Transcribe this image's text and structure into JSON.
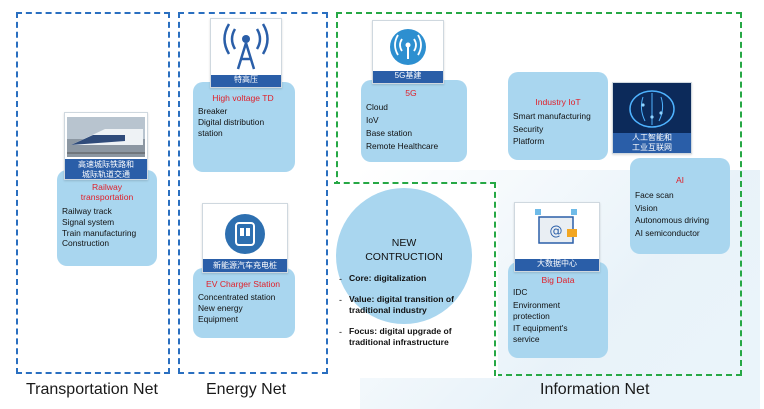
{
  "zones": {
    "transportation_label": "Transportation Net",
    "energy_label": "Energy Net",
    "information_label": "Information Net"
  },
  "railway": {
    "banner": "高速城际铁路和\n城际轨道交通",
    "title": "Railway\ntransportation",
    "items": [
      "Railway track",
      "Signal system",
      "Train manufacturing",
      "Construction"
    ]
  },
  "high_voltage": {
    "banner": "特高压",
    "title": "High voltage TD",
    "items": [
      "Breaker",
      "Digital distribution\nstation"
    ]
  },
  "ev_charger": {
    "banner": "新能源汽车充电桩",
    "title": "EV Charger Station",
    "items": [
      "Concentrated station",
      "New energy\nEquipment"
    ]
  },
  "fiveg": {
    "banner": "5G基建",
    "title": "5G",
    "items": [
      "Cloud",
      "IoV",
      "Base station",
      "Remote Healthcare"
    ]
  },
  "industry_iot": {
    "title": "Industry IoT",
    "items": [
      "Smart manufacturing",
      "Security",
      "Platform"
    ]
  },
  "ai": {
    "banner": "人工智能和\n工业互联网",
    "title": "AI",
    "items": [
      "Face scan",
      "Vision",
      "Autonomous driving",
      "AI semiconductor"
    ]
  },
  "big_data": {
    "banner": "大数据中心",
    "title": "Big Data",
    "items": [
      "IDC",
      "Environment\nprotection",
      "IT equipment's\nservice"
    ]
  },
  "center": {
    "title": "NEW\nCONTRUCTION",
    "items": [
      "Core: digitalization",
      "Value: digital transition of\ntraditional industry",
      "Focus: digital upgrade of\ntraditional infrastructure"
    ]
  },
  "colors": {
    "card_fill": "#a9d6ef",
    "banner": "#2a5ea8",
    "title_red": "#e0202a",
    "blue_dash": "#2a6fc0",
    "green_dash": "#26a845"
  }
}
